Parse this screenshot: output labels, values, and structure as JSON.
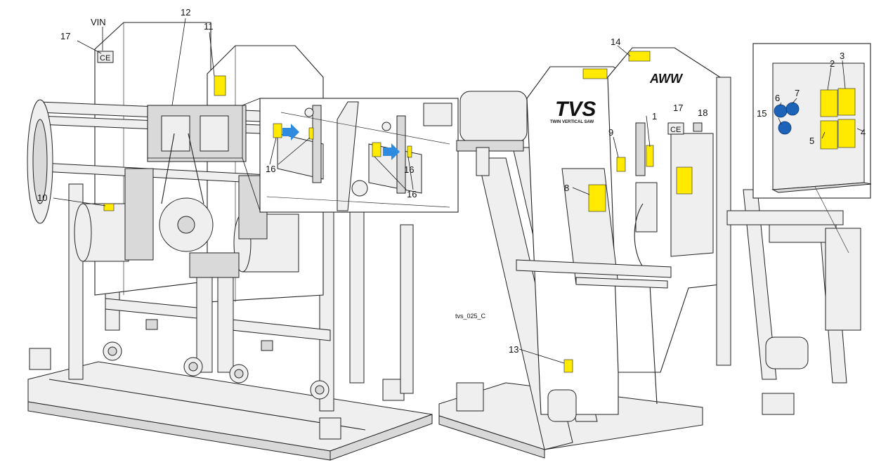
{
  "labels": {
    "vin": "VIN",
    "n1": "1",
    "n2": "2",
    "n3": "3",
    "n4": "4",
    "n5": "5",
    "n6": "6",
    "n7": "7",
    "n8": "8",
    "n9": "9",
    "n10": "10",
    "n11": "11",
    "n12": "12",
    "n13": "13",
    "n14": "14",
    "n15": "15",
    "n16a": "16",
    "n16b": "16",
    "n16c": "16",
    "n17a": "17",
    "n17b": "17",
    "n18": "18"
  },
  "ce_marks": {
    "left": "CE",
    "right": "CE"
  },
  "branding": {
    "product": "TVS",
    "tagline": "TWIN VERTICAL SAW",
    "brand_logo": "AWW"
  },
  "figure_id": "tvs_025_C",
  "colors": {
    "decal": "#ffea00",
    "mandatory_sign": "#1d63b8",
    "arrow": "#2f8be0",
    "line": "#222222"
  }
}
